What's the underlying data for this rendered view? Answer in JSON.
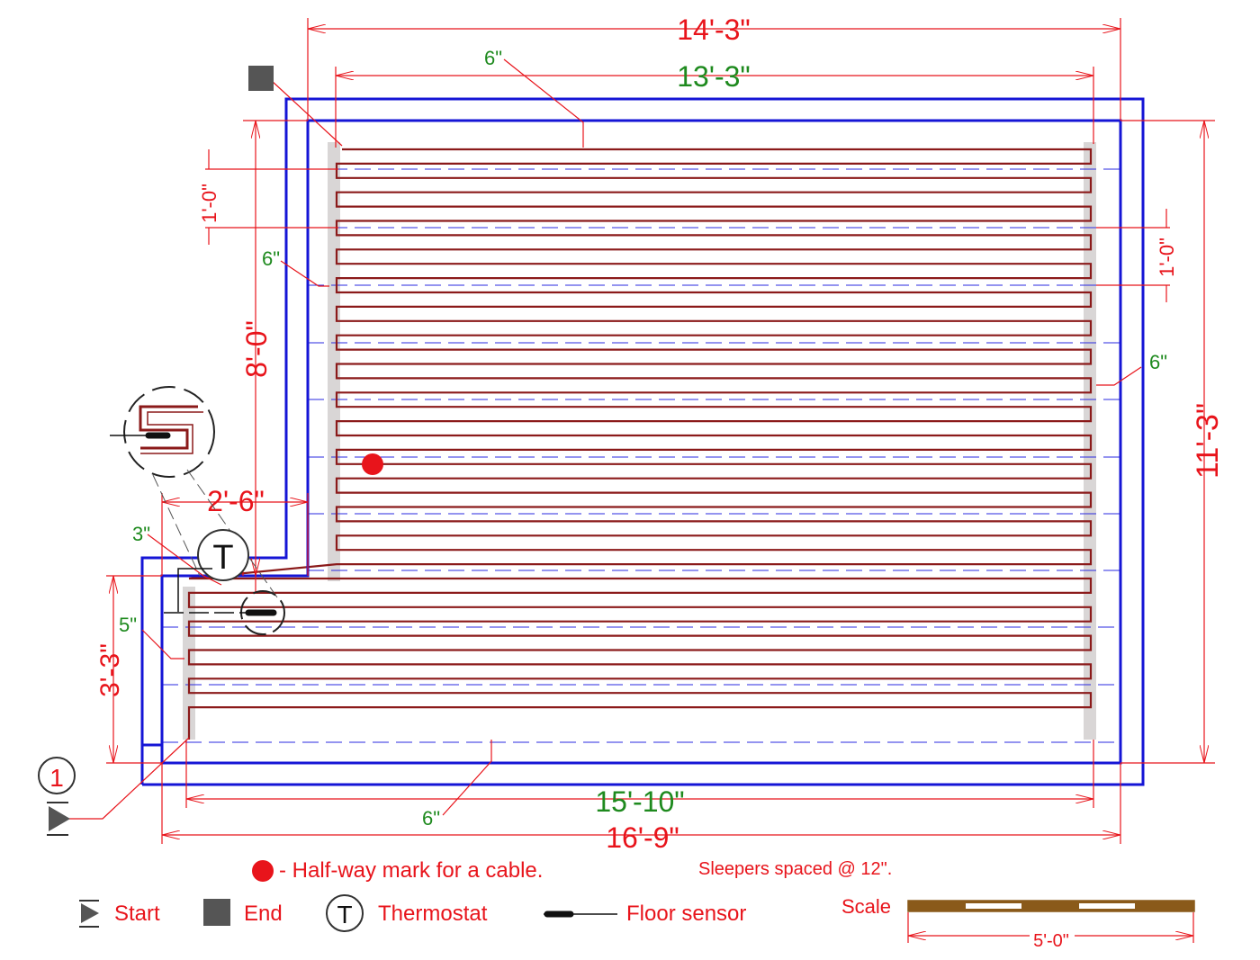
{
  "dimensions": {
    "outer_width": "14'-3\"",
    "inner_width": "13'-3\"",
    "bottom_inner_width": "15'-10\"",
    "bottom_outer_width": "16'-9\"",
    "right_height": "11'-3\"",
    "upper_height": "8'-0\"",
    "lower_height": "3'-3\"",
    "notch_width": "2'-6\"",
    "sleeper_left": "1'-0\"",
    "sleeper_right": "1'-0\"",
    "offset_top": "6\"",
    "offset_left_upper": "6\"",
    "offset_right": "6\"",
    "offset_bottom": "6\"",
    "offset_notch": "3\"",
    "offset_left_lower": "5\""
  },
  "markers": {
    "start_number": "1",
    "thermostat_symbol": "T"
  },
  "legend": {
    "halfway_text": "- Half-way mark for a cable.",
    "sleepers_text": "Sleepers spaced @ 12\".",
    "start_label": "Start",
    "end_label": "End",
    "thermostat_label": "Thermostat",
    "thermostat_symbol": "T",
    "sensor_label": "Floor sensor",
    "scale_label": "Scale",
    "scale_value": "5'-0\""
  },
  "colors": {
    "wall": "#1515d6",
    "cable": "#8b1a1a",
    "dimension_red": "#e8141b",
    "dimension_green": "#1e8a1e",
    "strip": "#d9d6d6",
    "sleeper": "#2a2ae0",
    "halfway_dot": "#e8141b",
    "end_marker": "#555555",
    "scale_bar": "#8a5a1a"
  },
  "icons": [
    "start-triangle-icon",
    "end-square-icon",
    "thermostat-icon",
    "floor-sensor-icon",
    "halfway-dot-icon"
  ]
}
